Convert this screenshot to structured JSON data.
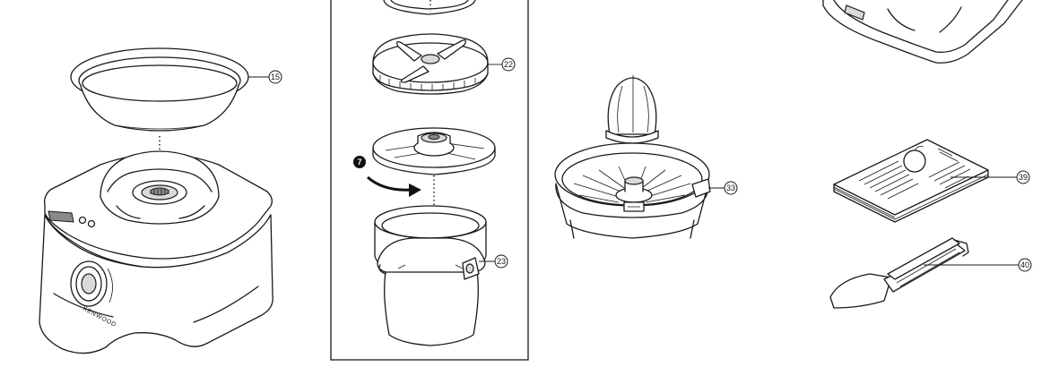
{
  "callouts": {
    "c15": "15",
    "c22": "22",
    "c23": "23",
    "c33": "33",
    "c39": "39",
    "c40": "40"
  },
  "step": {
    "label": "7"
  },
  "base": {
    "brand": "KENWOOD"
  },
  "colors": {
    "line": "#1a1a1a",
    "background": "#ffffff",
    "panel_border": "#1a1a1a"
  },
  "icons": {
    "rotation_arrow": "curved-arrow-icon",
    "step_badge": "filled-circle-number-icon"
  }
}
